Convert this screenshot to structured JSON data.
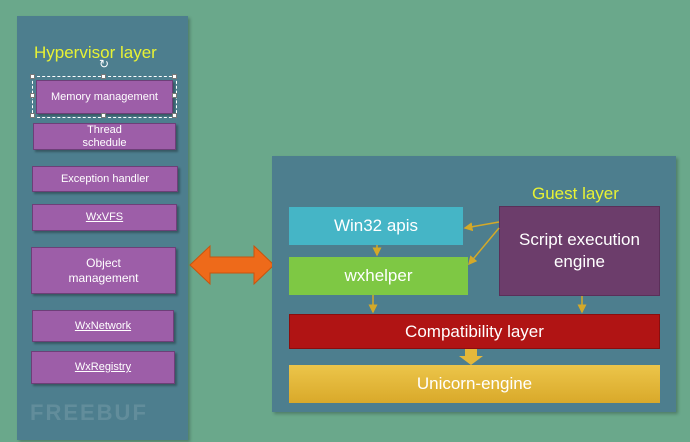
{
  "hypervisor": {
    "title": "Hypervisor layer",
    "items": [
      {
        "label": "Memory management"
      },
      {
        "label": "Thread\nschedule"
      },
      {
        "label": "Exception handler"
      },
      {
        "label": "WxVFS"
      },
      {
        "label": "Object\nmanagement"
      },
      {
        "label": "WxNetwork"
      },
      {
        "label": "WxRegistry"
      }
    ]
  },
  "guest": {
    "title": "Guest layer",
    "win32": "Win32 apis",
    "wxhelper": "wxhelper",
    "script_engine": "Script execution\nengine",
    "compat": "Compatibility layer",
    "unicorn": "Unicorn-engine"
  },
  "watermark": "FREEBUF",
  "colors": {
    "background": "#6aa88b",
    "panel": "#4d7e8e",
    "purple_box": "#9d5ea8",
    "title_yellow": "#e8f234",
    "win32_cyan": "#45b5c6",
    "wxhelper_green": "#7ec844",
    "script_purple": "#6c3d6b",
    "compat_red": "#b01414",
    "unicorn_gold": "#e4b83a",
    "arrow_orange": "#ee6a1a",
    "arrow_gold": "#d4a928"
  }
}
